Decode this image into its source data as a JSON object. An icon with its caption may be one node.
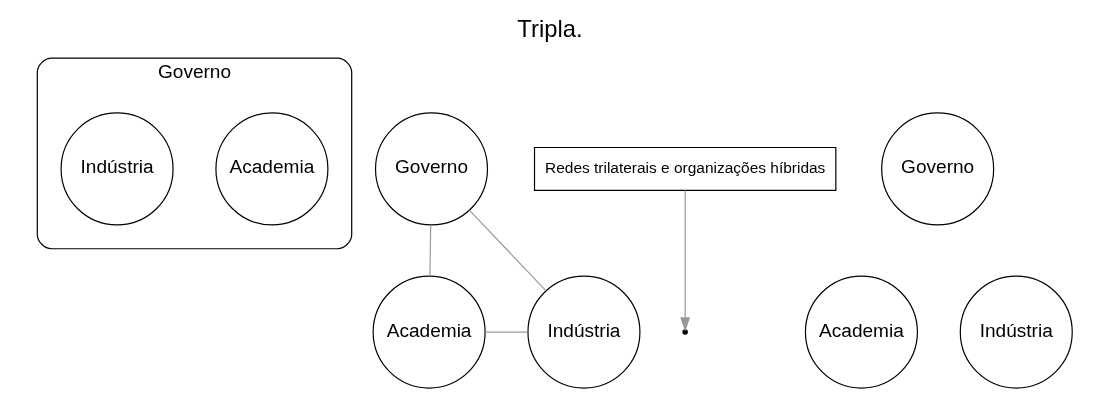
{
  "diagram": {
    "title": "Tripla.",
    "nodes": [
      {
        "text": [
          "Governo"
        ]
      },
      {
        "text": [
          "Academia"
        ],
        "in": 0
      },
      {
        "text": [
          "Indústria"
        ],
        "in": 0
      },
      {
        "text": [
          "Governo"
        ]
      },
      {
        "text": [
          "Academia"
        ]
      },
      {
        "text": [
          "Indústria"
        ]
      },
      {
        "text": [
          "Redes trilaterais e organizações híbridas"
        ]
      },
      {
        "text": [
          "Governo"
        ]
      },
      {
        "text": [
          "Academia"
        ]
      },
      {
        "text": [
          "Indústria"
        ]
      }
    ],
    "edges": [
      {
        "from": 3,
        "to": 4,
        "arrow": "none"
      },
      {
        "from": 3,
        "to": 5,
        "arrow": "none"
      },
      {
        "from": 4,
        "to": 5,
        "arrow": "none"
      },
      {
        "from": 6,
        "to": null,
        "arrow": "to"
      }
    ]
  }
}
